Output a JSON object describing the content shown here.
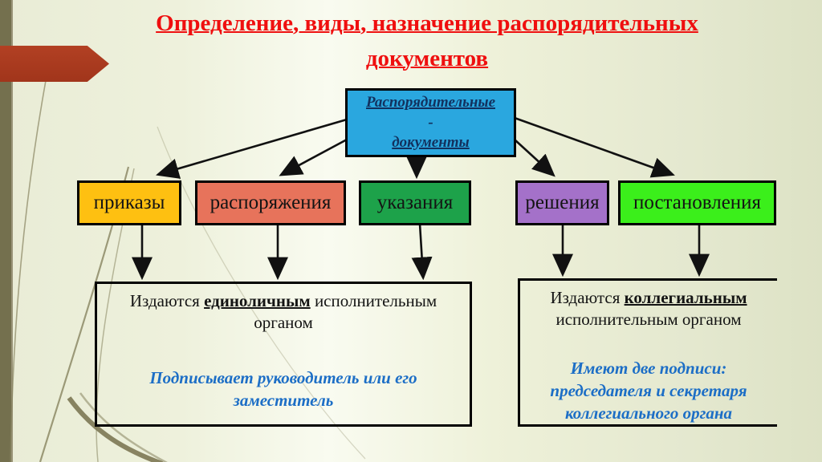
{
  "title": {
    "line1": "Определение, виды, назначение распорядительных",
    "line2": "документов",
    "color": "#EF0F0F"
  },
  "root_box": {
    "line1": "Распорядительные",
    "line2": "-",
    "line3": "документы",
    "fill": "#2AA7DF",
    "text_color": "#12315E"
  },
  "type_boxes": [
    {
      "label": "приказы",
      "fill": "#FEC011"
    },
    {
      "label": "распоряжения",
      "fill": "#E7735B"
    },
    {
      "label": "указания",
      "fill": "#1DA24A"
    },
    {
      "label": "решения",
      "fill": "#A471C9"
    },
    {
      "label": "постановления",
      "fill": "#3BEF1B"
    }
  ],
  "left_panel": {
    "prefix": "Издаются ",
    "highlight": "единоличным",
    "suffix": " исполнительным органом",
    "note": "Подписывает руководитель или его заместитель"
  },
  "right_panel": {
    "prefix": "Издаются ",
    "highlight": "коллегиальным",
    "suffix": " исполнительным органом",
    "note": "Имеют две подписи: председателя и секретаря коллегиального органа"
  },
  "colors": {
    "note_blue": "#1C6EC6",
    "connector_black": "#111111",
    "sidebar_olive": "#74704E",
    "ribbon_red": "#A93B1E"
  }
}
